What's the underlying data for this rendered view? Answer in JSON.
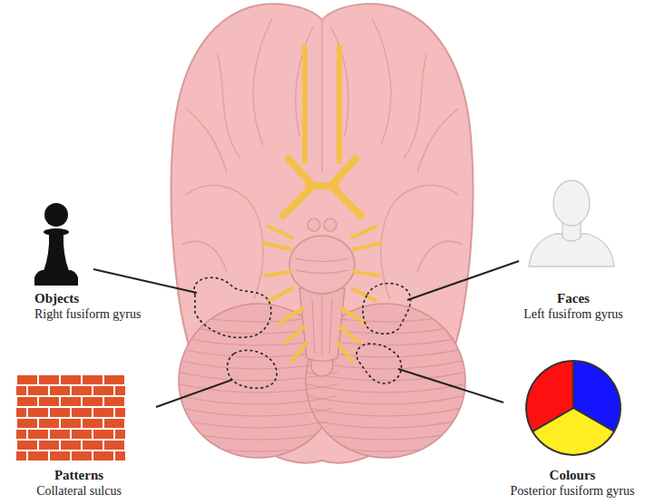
{
  "diagram": {
    "labels": [
      "Objects",
      "Right fusiform gyrus",
      "Faces",
      "Left fusifrom gyrus",
      "Patterns",
      "Collateral sulcus",
      "Colours",
      "Posterior fusiform gyrus"
    ]
  }
}
